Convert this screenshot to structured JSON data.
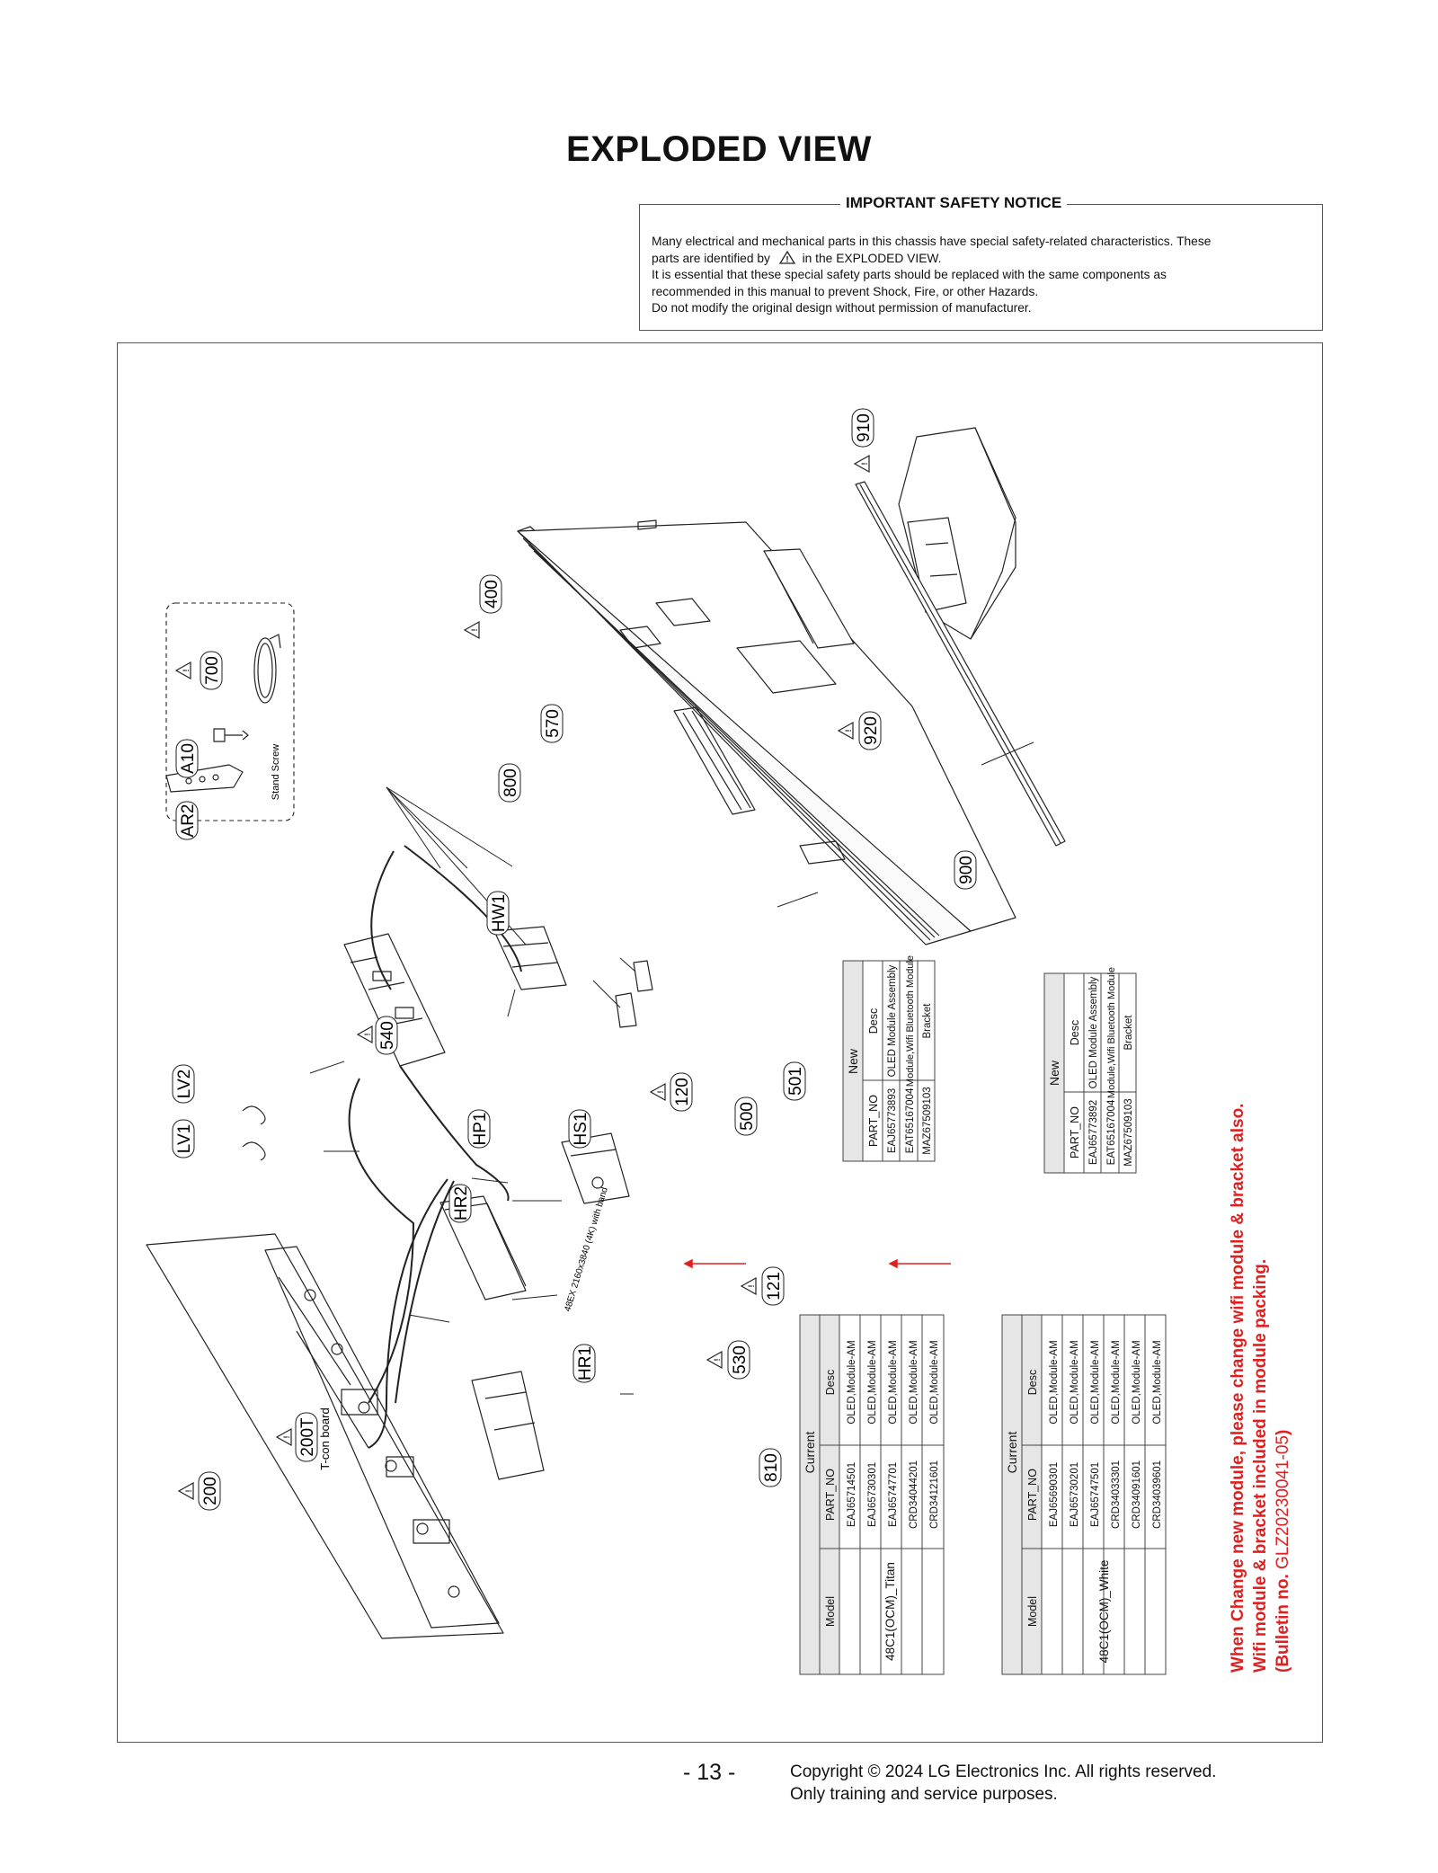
{
  "page_title": "EXPLODED VIEW",
  "notice": {
    "heading": "IMPORTANT SAFETY NOTICE",
    "line1": "Many electrical and mechanical parts in this chassis have special safety-related characteristics. These",
    "line2_pre": "parts are identified by",
    "line2_post": "in the EXPLODED VIEW.",
    "line3": "It is essential that these special safety parts should be replaced with the same components as",
    "line4": "recommended in this manual to prevent Shock, Fire, or other Hazards.",
    "line5": "Do not modify the original design without permission of manufacturer."
  },
  "labels": {
    "p910": "910",
    "p400": "400",
    "p920": "920",
    "p900": "900",
    "p570": "570",
    "p800": "800",
    "p700": "700",
    "pA10": "A10",
    "pAR2": "AR2",
    "pHW1": "HW1",
    "p540": "540",
    "p120": "120",
    "p500": "500",
    "p501": "501",
    "pLV2": "LV2",
    "pLV1": "LV1",
    "pHP1": "HP1",
    "pHS1": "HS1",
    "pHR2": "HR2",
    "p121": "121",
    "p530": "530",
    "pHR1": "HR1",
    "p810": "810",
    "p200T": "200T",
    "p200": "200",
    "stand_screw": "Stand Screw",
    "tcon_board": "T-con board",
    "module_text": "48EX 2160x3840 (4K) with band"
  },
  "table_new_1": {
    "group": "New",
    "headers": [
      "PART_NO",
      "Desc"
    ],
    "rows": [
      [
        "EAJ65773893",
        "OLED Module Assembly"
      ],
      [
        "EAT65167004",
        "Module,Wifi Bluetooth Module"
      ],
      [
        "MAZ67509103",
        "Bracket"
      ]
    ]
  },
  "table_new_2": {
    "group": "New",
    "headers": [
      "PART_NO",
      "Desc"
    ],
    "rows": [
      [
        "EAJ65773892",
        "OLED Module Assembly"
      ],
      [
        "EAT65167004",
        "Module,Wifi Bluetooth Module"
      ],
      [
        "MAZ67509103",
        "Bracket"
      ]
    ]
  },
  "table_current_1": {
    "group": "Current",
    "headers": [
      "Model",
      "PART_NO",
      "Desc"
    ],
    "model": "48C1(OCM)_Titan",
    "rows": [
      [
        "EAJ65714501",
        "OLED,Module-AM"
      ],
      [
        "EAJ65730301",
        "OLED,Module-AM"
      ],
      [
        "EAJ65747701",
        "OLED,Module-AM"
      ],
      [
        "CRD34044201",
        "OLED,Module-AM"
      ],
      [
        "CRD34121601",
        "OLED,Module-AM"
      ]
    ]
  },
  "table_current_2": {
    "group": "Current",
    "headers": [
      "Model",
      "PART_NO",
      "Desc"
    ],
    "model": "48C1(OCM)_White",
    "rows": [
      [
        "EAJ65690301",
        "OLED,Module-AM"
      ],
      [
        "EAJ65730201",
        "OLED,Module-AM"
      ],
      [
        "EAJ65747501",
        "OLED,Module-AM"
      ],
      [
        "CRD34033301",
        "OLED,Module-AM"
      ],
      [
        "CRD34091601",
        "OLED,Module-AM"
      ],
      [
        "CRD34039601",
        "OLED,Module-AM"
      ]
    ]
  },
  "red_note": {
    "line1": "When Change new module, please change wifi module & bracket also.",
    "line2": "Wifi module & bracket included in module packing.",
    "line3_bold": "(Bulletin no. ",
    "line3_code": "GLZ20230041-05",
    "line3_end": ")"
  },
  "colors": {
    "red": "#e02020",
    "gray_header": "#e6e6e6",
    "line": "#222222"
  },
  "page_number": "- 13 -",
  "copyright_line1": "Copyright © 2024 LG Electronics Inc. All rights reserved.",
  "copyright_line2": "Only training and service purposes."
}
